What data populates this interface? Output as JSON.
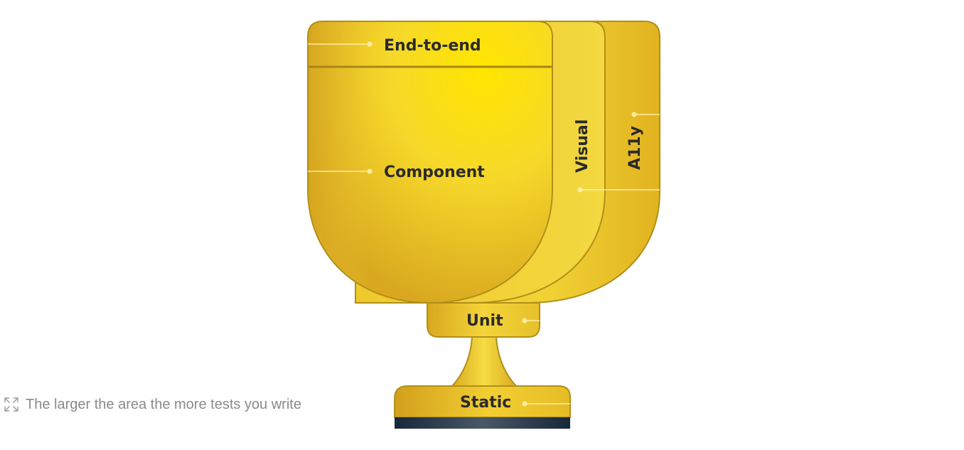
{
  "diagram": {
    "layers": {
      "end_to_end": "End-to-end",
      "component": "Component",
      "visual": "Visual",
      "a11y": "A11y",
      "unit": "Unit",
      "static": "Static"
    },
    "caption": "The larger the area the more tests you write"
  },
  "colors": {
    "gold_light": "#ffe600",
    "gold_mid": "#f2cf2e",
    "gold_dark": "#d6a51e",
    "outline": "#b08f1a",
    "base": "#1f3245",
    "label_text": "#2b2b2b",
    "caption_text": "#8a8a8a"
  },
  "icons": {
    "caption_icon": "expand-icon"
  }
}
